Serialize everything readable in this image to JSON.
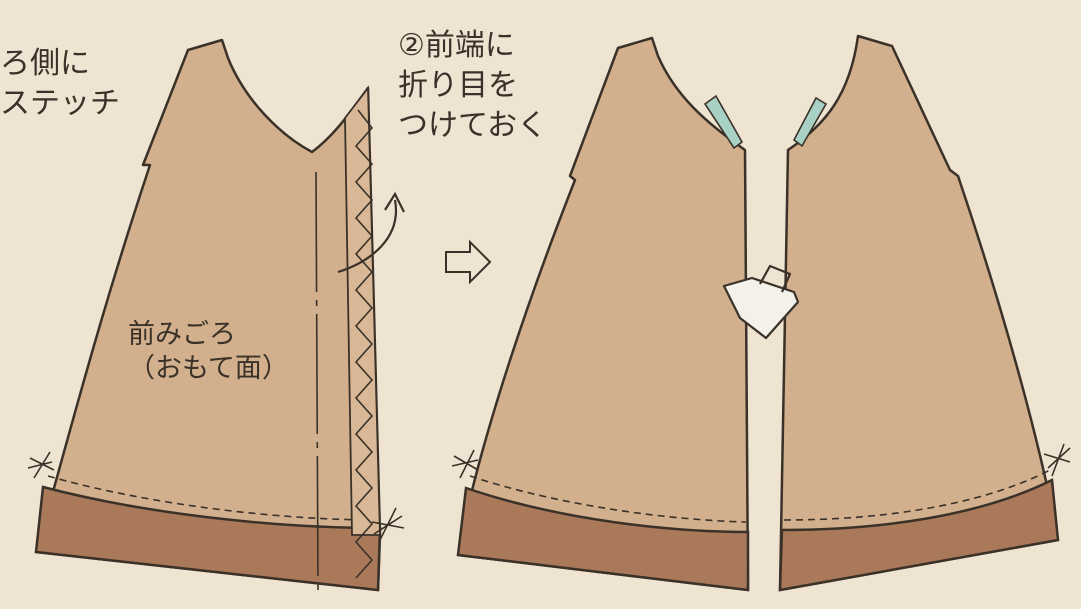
{
  "labels": {
    "back_side_stitch": {
      "line1": "ろ側に",
      "line2": "ステッチ"
    },
    "fold_front_edge": {
      "line1": "②前端に",
      "line2": "折り目を",
      "line3": "つけておく"
    },
    "front_body": {
      "line1": "前みごろ",
      "line2": "（おもて面）"
    }
  },
  "colors": {
    "background": "#efe3d2",
    "fabric": "#d2b08d",
    "hem_band": "#a9795a",
    "outline": "#3a3128",
    "facing": "#a8d0c4",
    "iron": "#f4f1ea"
  }
}
